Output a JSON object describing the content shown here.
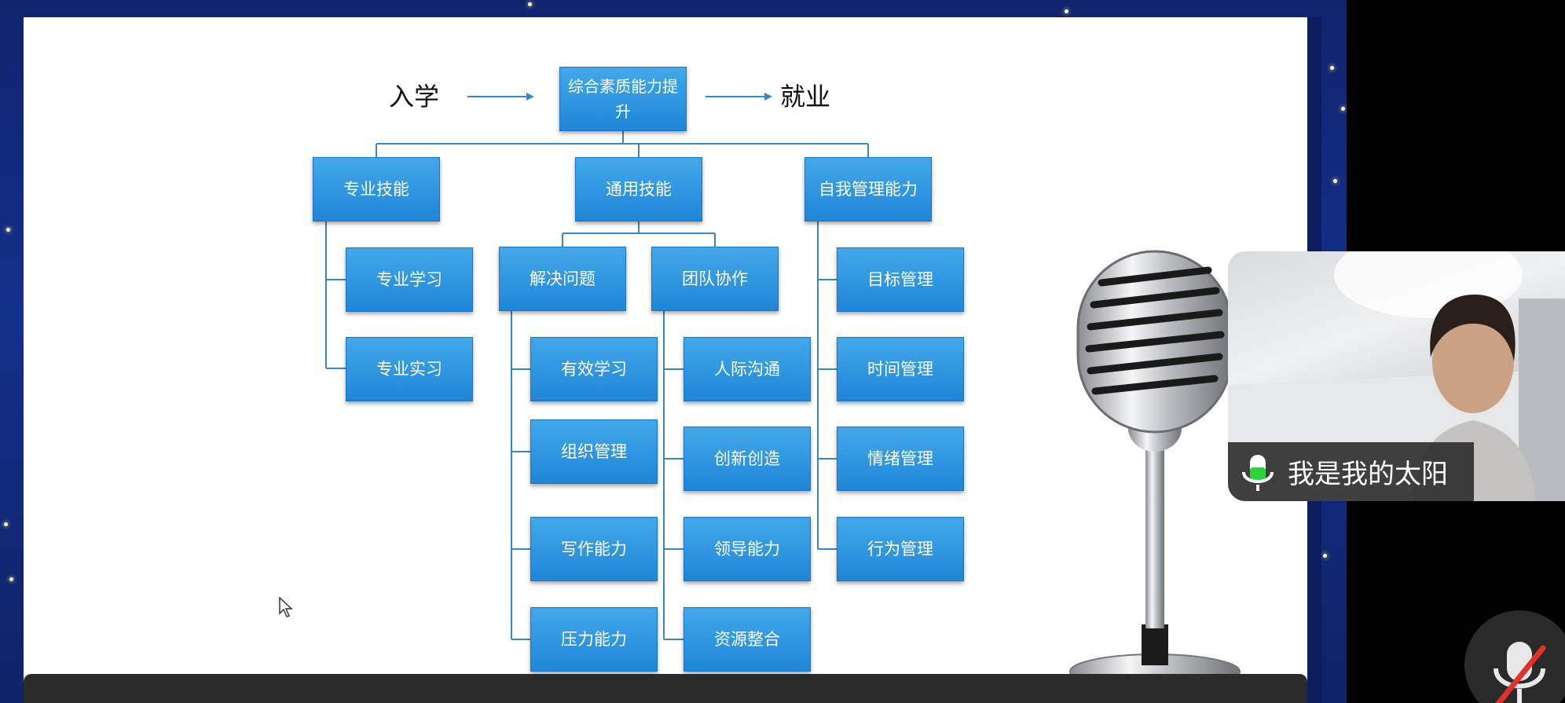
{
  "flow": {
    "start_label": "入学",
    "end_label": "就业"
  },
  "chart": {
    "root": "综合素质能力提升",
    "categories": [
      {
        "label": "专业技能",
        "children": [
          "专业学习",
          "专业实习"
        ]
      },
      {
        "label": "通用技能",
        "groups": [
          {
            "label": "解决问题",
            "children": [
              "有效学习",
              "组织管理",
              "写作能力",
              "压力能力"
            ]
          },
          {
            "label": "团队协作",
            "children": [
              "人际沟通",
              "创新创造",
              "领导能力",
              "资源整合"
            ]
          }
        ]
      },
      {
        "label": "自我管理能力",
        "children": [
          "目标管理",
          "时间管理",
          "情绪管理",
          "行为管理"
        ]
      }
    ]
  },
  "webcam": {
    "participant_name": "我是我的太阳"
  },
  "colors": {
    "node_fill": "#2b93de",
    "connector": "#3b86c4",
    "background_blue": "#13308a",
    "mute_slash": "#e0312b",
    "mic_active": "#2bd43a"
  },
  "icons": {
    "microphone_graphic": "microphone-icon",
    "speaking_indicator": "mic-active-icon",
    "mute_button": "mic-muted-icon",
    "cursor": "mouse-cursor-icon"
  }
}
